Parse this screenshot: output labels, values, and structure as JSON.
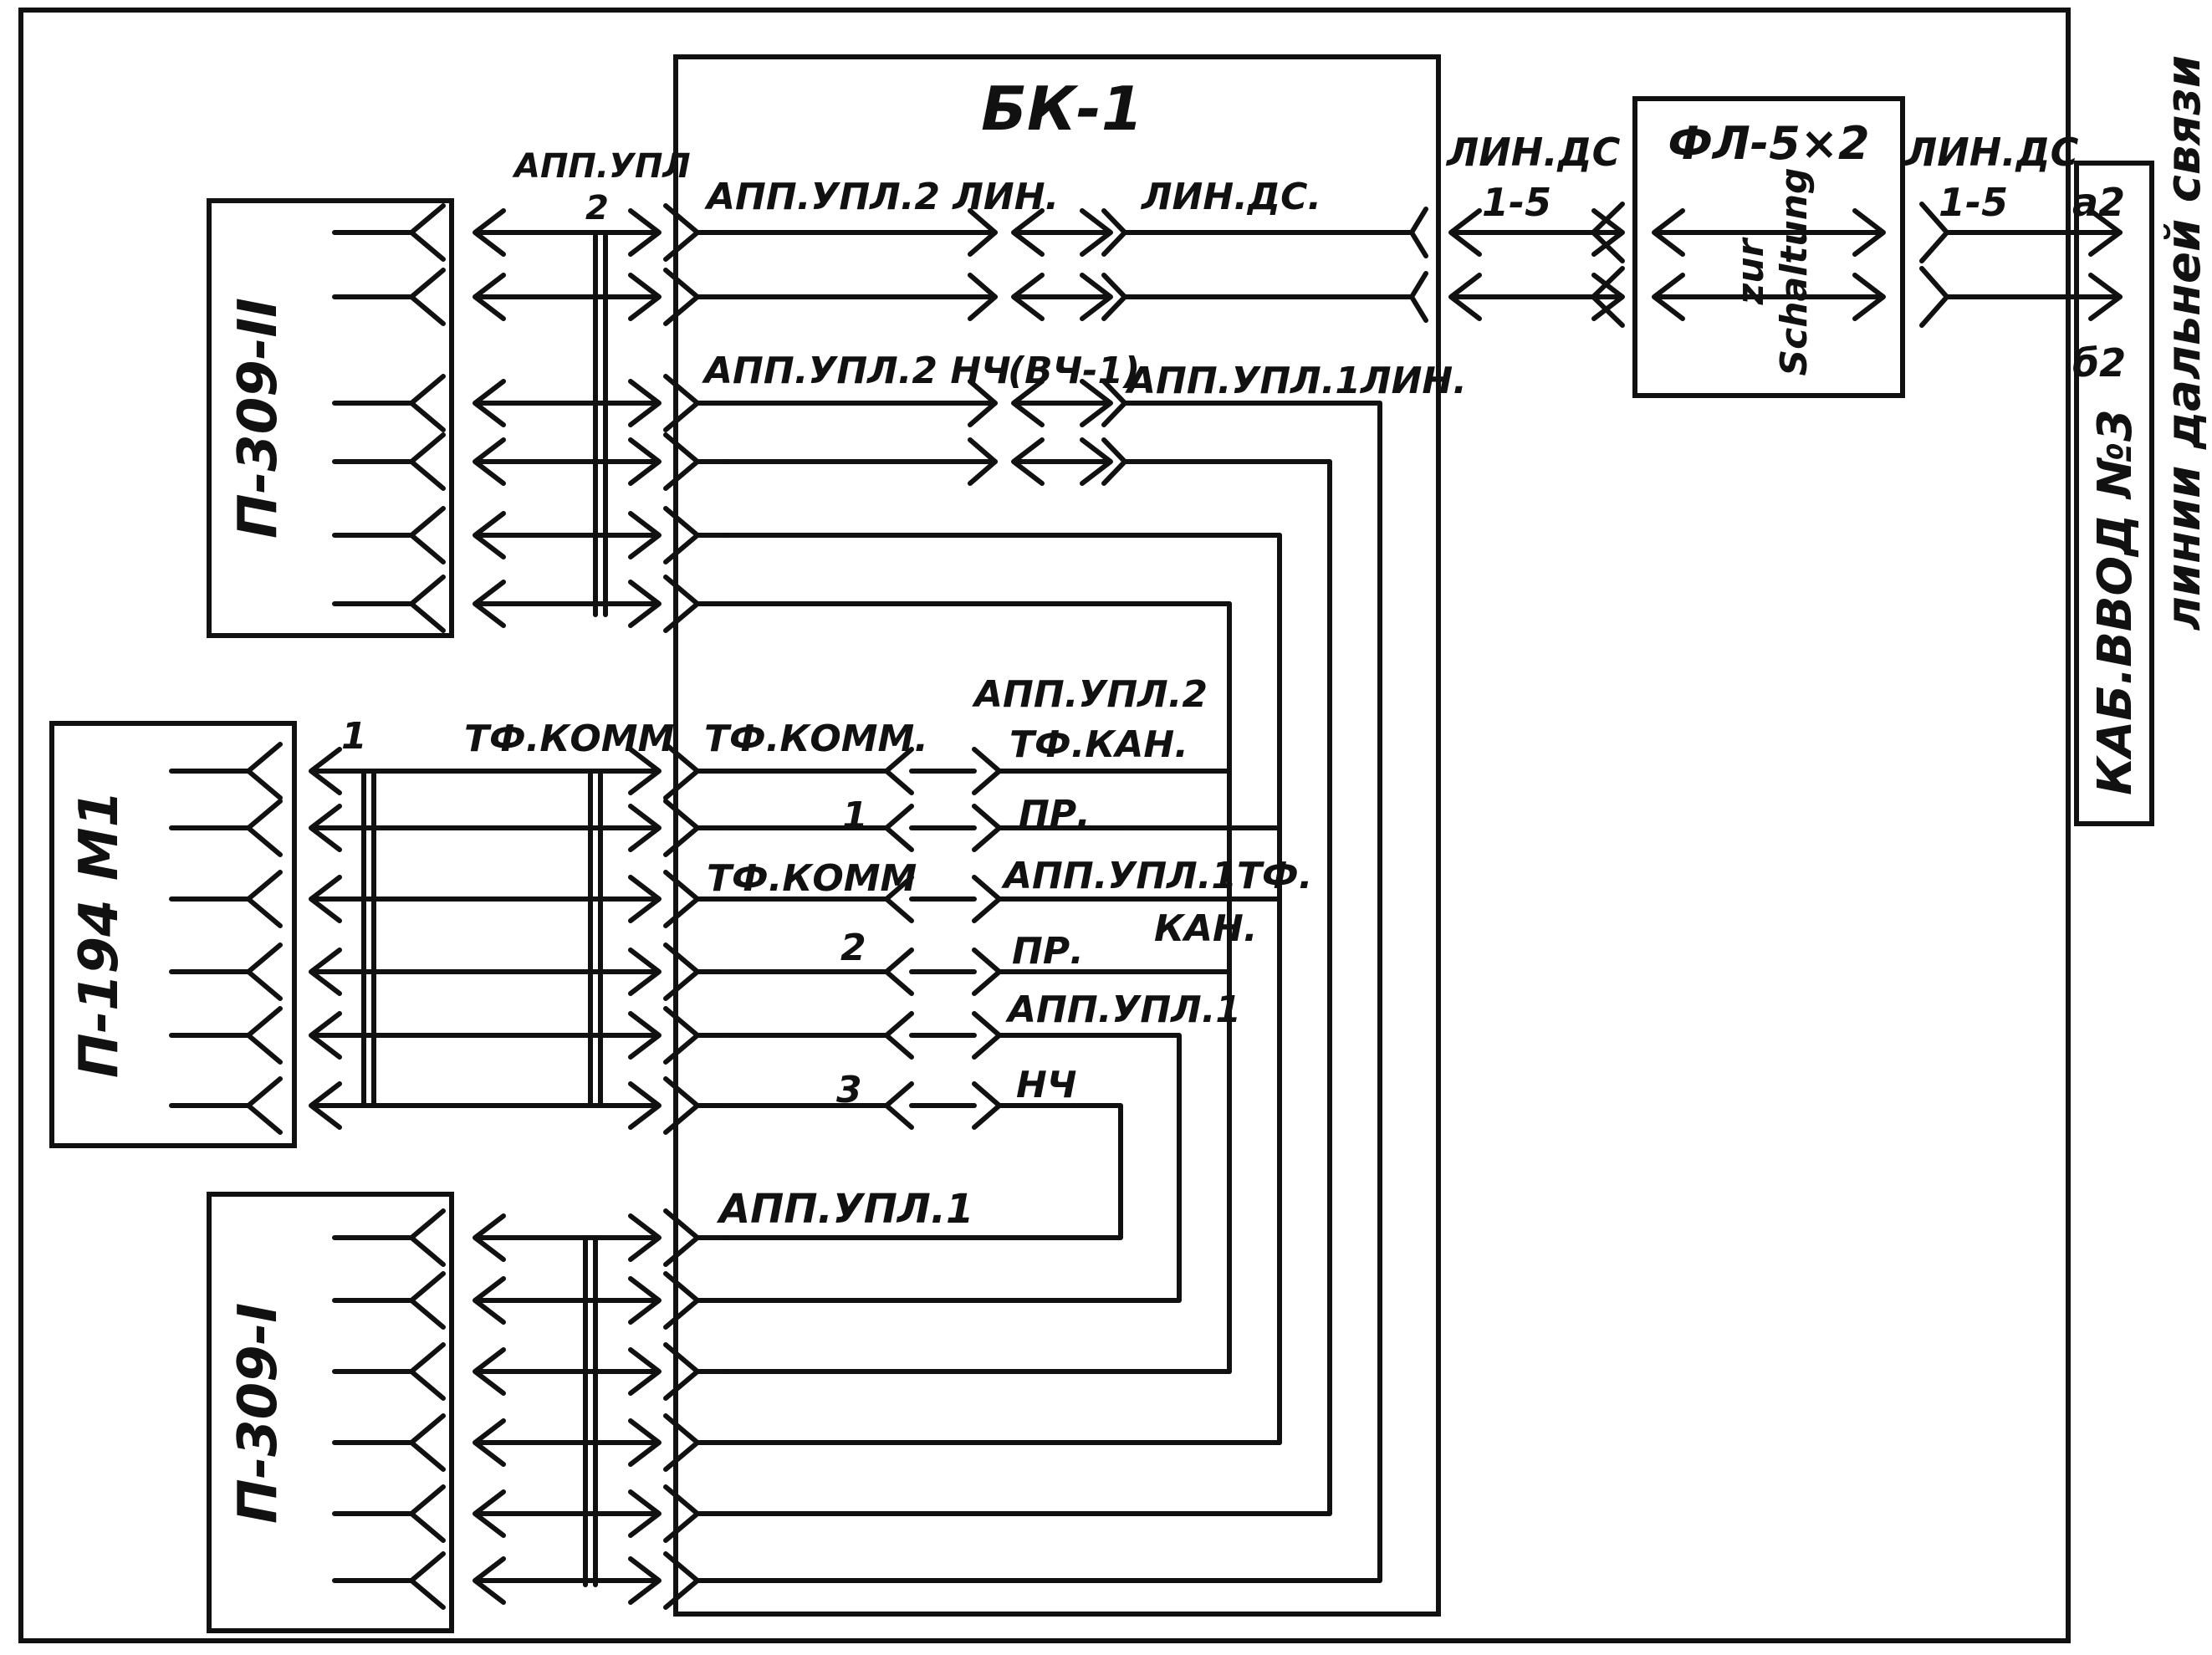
{
  "blocks": {
    "p309_2": "П-309-II",
    "p194": "П-194 М1",
    "p309_1": "П-309-I",
    "bk1": "БК-1",
    "fl": "ФЛ-5×2",
    "fl_sub1": "zur",
    "fl_sub2": "Schaltung",
    "cable": "КАБ.ВВОД №3",
    "long_line": "линии дальней связи"
  },
  "labels": {
    "app_upl": "АПП.УПЛ",
    "app_upl_num": "2",
    "bus_num_1": "1",
    "tf_komm_bus": "ТФ.КОММ",
    "lin_ds_left_1": "ЛИН.ДС",
    "lin_ds_left_2": "1-5",
    "lin_ds_right_1": "ЛИН.ДС",
    "lin_ds_right_2": "1-5",
    "a2": "а2",
    "b2": "б2"
  },
  "bk": {
    "app2_lin": "АПП.УПЛ.2 ЛИН.",
    "lin_ds": "ЛИН.ДС.",
    "app2_nch": "АПП.УПЛ.2 НЧ",
    "vch1": "(ВЧ-1)",
    "app1_lin": "АПП.УПЛ.1ЛИН.",
    "tf_komm_1": "ТФ.КОММ.",
    "app2_tf_1": "АПП.УПЛ.2",
    "app2_tf_2": "ТФ.КАН.",
    "num1": "1",
    "pr1": "ПР.",
    "tf_komm_2": "ТФ.КОММ",
    "app1_tf_1": "АПП.УПЛ.1ТФ.",
    "app1_tf_2": "КАН.",
    "num2": "2",
    "pr2": "ПР.",
    "app1_a": "АПП.УПЛ.1",
    "num3": "3",
    "nch": "НЧ",
    "app1_b": "АПП.УПЛ.1"
  }
}
